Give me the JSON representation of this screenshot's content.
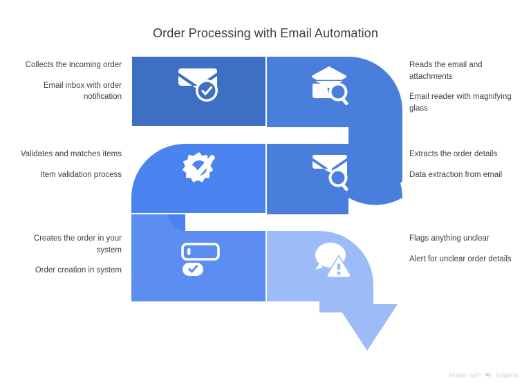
{
  "title": "Order Processing with Email Automation",
  "colors": {
    "seg1": "#3d70c4",
    "seg2": "#4a7edd",
    "seg3": "#4a82ef",
    "seg4": "#4a7edd",
    "seg5": "#5b8ef0",
    "seg6": "#9dbcf7",
    "text": "#3c4043",
    "background": "#ffffff",
    "watermark": "#d4d6d9"
  },
  "steps": [
    {
      "id": "collect",
      "title": "Collects the incoming order",
      "description": "Email inbox with order notification",
      "icon": "envelope-check-icon",
      "side": "left"
    },
    {
      "id": "read",
      "title": "Reads the email and attachments",
      "description": "Email reader with magnifying glass",
      "icon": "open-envelope-search-icon",
      "side": "right"
    },
    {
      "id": "extract",
      "title": "Extracts the order details",
      "description": "Data extraction from email",
      "icon": "envelope-search-icon",
      "side": "right"
    },
    {
      "id": "validate",
      "title": "Validates and matches items",
      "description": "Item validation process",
      "icon": "gear-check-icon",
      "side": "left"
    },
    {
      "id": "create",
      "title": "Creates the order in your system",
      "description": "Order creation in system",
      "icon": "form-field-check-icon",
      "side": "left"
    },
    {
      "id": "flag",
      "title": "Flags anything unclear",
      "description": "Alert for unclear order details",
      "icon": "chat-warning-icon",
      "side": "right"
    }
  ],
  "watermark": {
    "text_before": "Made with",
    "brand": "Napkin"
  }
}
